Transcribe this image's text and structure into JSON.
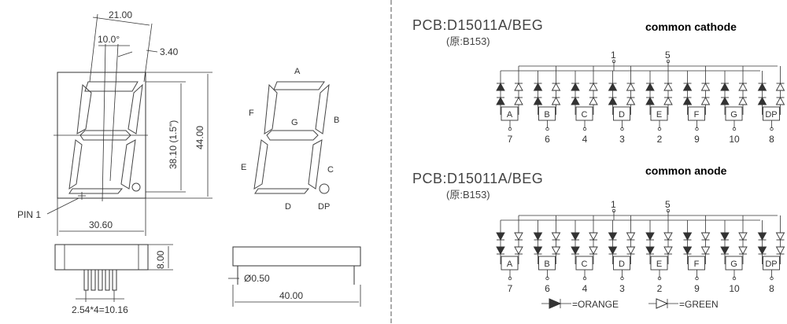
{
  "mechanical": {
    "width_dim": "21.00",
    "angle_dim": "10.0°",
    "offset_dim": "3.40",
    "height_dim": "44.00",
    "digit_height_dim": "38.10 (1.5\")",
    "body_width_dim": "30.60",
    "pin1_label": "PIN 1",
    "depth_dim": "8.00",
    "pin_pitch_dim": "2.54*4=10.16",
    "pin_dia_dim": "Ø0.50",
    "side_width_dim": "40.00"
  },
  "segment_labels": {
    "a": "A",
    "b": "B",
    "c": "C",
    "d": "D",
    "e": "E",
    "f": "F",
    "g": "G",
    "dp": "DP"
  },
  "cathode": {
    "pcb": "PCB:D15011A/BEG",
    "original": "(原:B153)",
    "title": "common cathode",
    "pin_top_left": "1",
    "pin_top_right": "5",
    "segments": [
      "A",
      "B",
      "C",
      "D",
      "E",
      "F",
      "G",
      "DP"
    ],
    "pins": [
      "7",
      "6",
      "4",
      "3",
      "2",
      "9",
      "10",
      "8"
    ]
  },
  "anode": {
    "pcb": "PCB:D15011A/BEG",
    "original": "(原:B153)",
    "title": "common anode",
    "pin_top_left": "1",
    "pin_top_right": "5",
    "segments": [
      "A",
      "B",
      "C",
      "D",
      "E",
      "F",
      "G",
      "DP"
    ],
    "pins": [
      "7",
      "6",
      "4",
      "3",
      "2",
      "9",
      "10",
      "8"
    ]
  },
  "legend": {
    "orange": "=ORANGE",
    "green": "=GREEN"
  },
  "colors": {
    "ink": "#333333",
    "background": "#ffffff"
  }
}
